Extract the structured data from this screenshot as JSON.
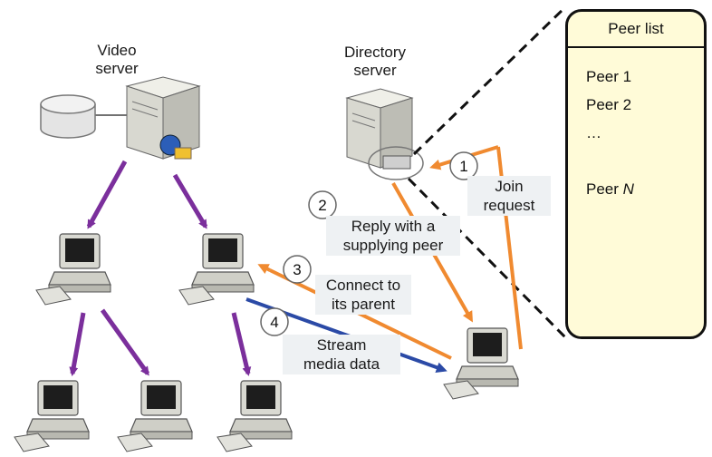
{
  "labels": {
    "video_server": [
      "Video",
      "server"
    ],
    "directory_server": [
      "Directory",
      "server"
    ],
    "join_request": [
      "Join",
      "request"
    ],
    "reply": [
      "Reply with a",
      "supplying peer"
    ],
    "connect": [
      "Connect to",
      "its parent"
    ],
    "stream": [
      "Stream",
      "media data"
    ]
  },
  "steps": [
    "1",
    "2",
    "3",
    "4"
  ],
  "peer_list": {
    "title": "Peer list",
    "items": [
      "Peer 1",
      "Peer 2",
      "…"
    ],
    "last_prefix": "Peer ",
    "last_italic": "N"
  },
  "colors": {
    "purple": "#7b2f9c",
    "orange": "#f08a30",
    "blue": "#2b4aa6",
    "panel_fill": "#fffbd8",
    "label_bg": "#eef1f3"
  }
}
